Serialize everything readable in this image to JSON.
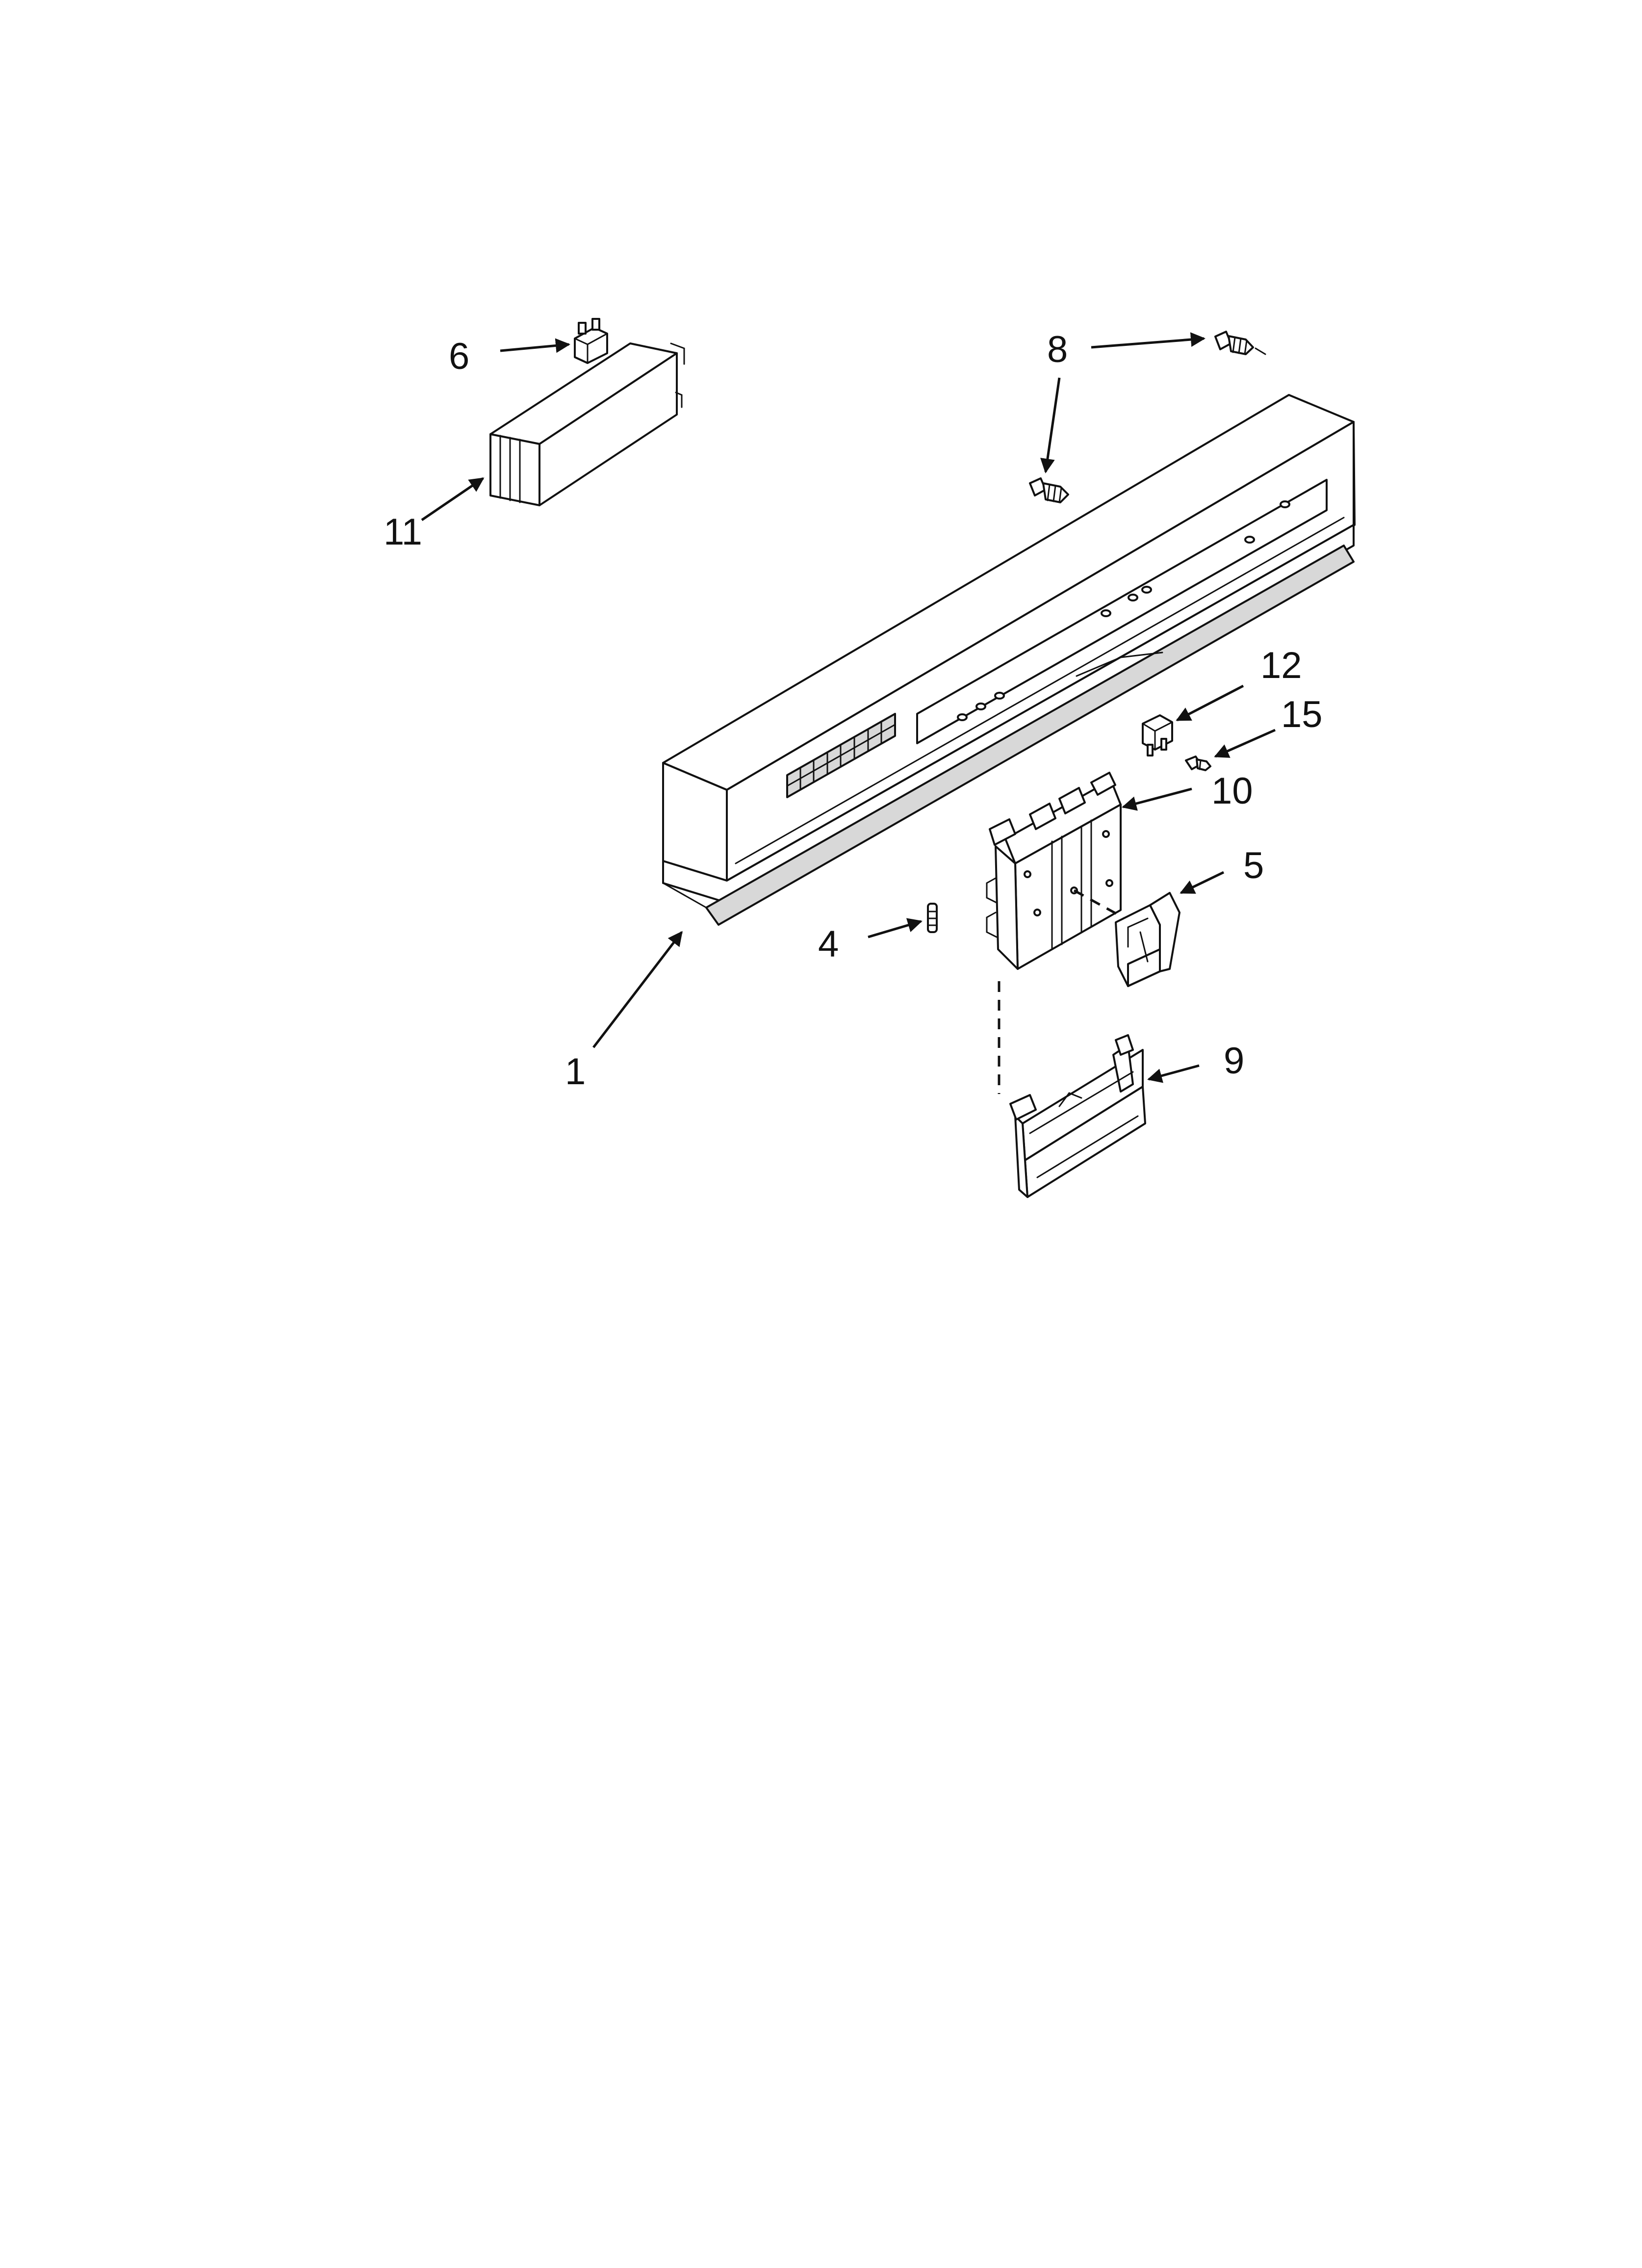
{
  "callouts": {
    "c1": "1",
    "c4": "4",
    "c5": "5",
    "c6": "6",
    "c8": "8",
    "c9": "9",
    "c10": "10",
    "c11": "11",
    "c12": "12",
    "c15": "15"
  }
}
